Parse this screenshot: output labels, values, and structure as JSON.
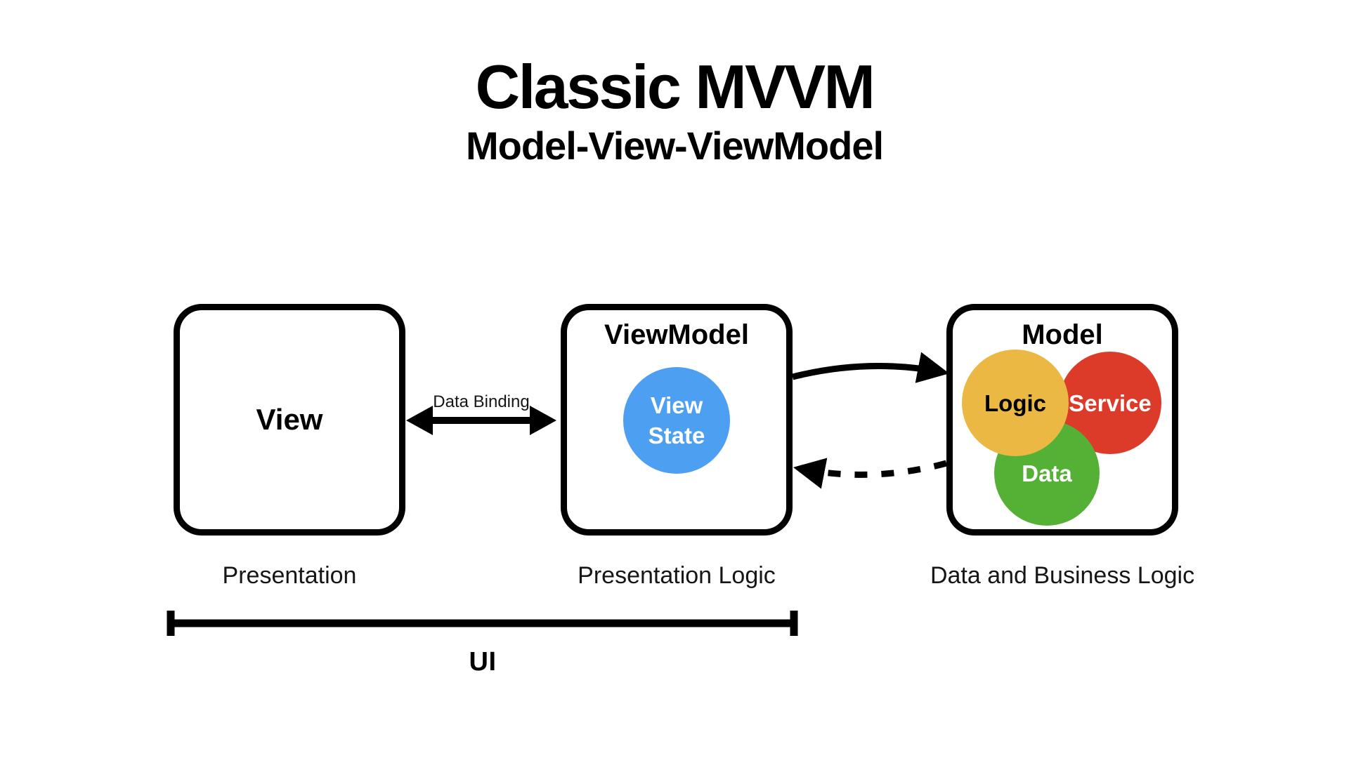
{
  "header": {
    "title": "Classic MVVM",
    "subtitle": "Model-View-ViewModel"
  },
  "boxes": {
    "view": {
      "label": "View",
      "tier_label": "Presentation"
    },
    "viewmodel": {
      "label": "ViewModel",
      "tier_label": "Presentation Logic",
      "circle": {
        "label_line1": "View",
        "label_line2": "State",
        "color": "#4D9FF2",
        "text_color": "#FFFFFF"
      }
    },
    "model": {
      "label": "Model",
      "tier_label": "Data and Business Logic",
      "circles": {
        "logic": {
          "label": "Logic",
          "color": "#EBB844",
          "text_color": "#000000"
        },
        "service": {
          "label": "Service",
          "color": "#DD3B2A",
          "text_color": "#FFFFFF"
        },
        "data": {
          "label": "Data",
          "color": "#55B136",
          "text_color": "#FFFFFF"
        }
      }
    }
  },
  "connections": {
    "data_binding": {
      "label": "Data Binding",
      "style": "double-headed-solid-arrow"
    },
    "viewmodel_to_model": {
      "style": "solid-curved-arrow"
    },
    "model_to_viewmodel": {
      "style": "dashed-curved-arrow"
    }
  },
  "bracket": {
    "label": "UI"
  },
  "colors": {
    "line": "#000000",
    "background": "#FFFFFF"
  }
}
